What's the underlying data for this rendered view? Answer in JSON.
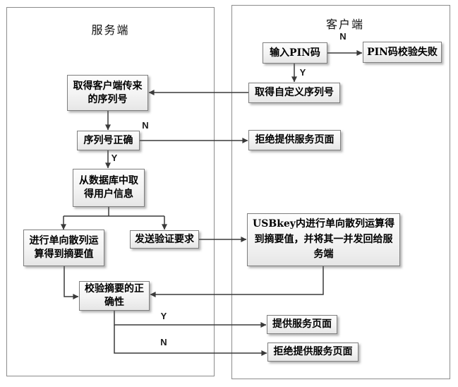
{
  "diagram": {
    "panels": {
      "server": {
        "title": "服务端"
      },
      "client": {
        "title": "客户端"
      }
    },
    "nodes": {
      "input_pin": {
        "text": "输入PIN码"
      },
      "pin_fail": {
        "text": "PIN码校验失败"
      },
      "get_custom_serial": {
        "text": "取得自定义序列号"
      },
      "deny_service_top": {
        "text": "拒绝提供服务页面"
      },
      "usbkey_hash": {
        "text": "USBkey内进行单向散列运算得到摘要值，并将其一并发回给服务端"
      },
      "provide_service": {
        "text": "提供服务页面"
      },
      "deny_service_bottom": {
        "text": "拒绝提供服务页面"
      },
      "get_client_serial": {
        "text": "取得客户端传来的序列号"
      },
      "serial_correct": {
        "text": "序列号正确"
      },
      "get_user_info": {
        "text": "从数据库中取得用户信息"
      },
      "hash_digest": {
        "text": "进行单向散列运算得到摘要值"
      },
      "send_verify_request": {
        "text": "发送验证要求"
      },
      "verify_digest": {
        "text": "校验摘要的正确性"
      }
    },
    "edge_labels": {
      "pin_n": "N",
      "pin_y": "Y",
      "serial_n": "N",
      "serial_y": "Y",
      "digest_y": "Y",
      "digest_n": "N"
    },
    "colors": {
      "box_border": "#7f7f7f",
      "box_fill_top": "#fdfdfd",
      "box_fill_bottom": "#e6e6e6",
      "connector_line": "#3a3a3a",
      "panel_border": "#8c8c8c",
      "background": "#ffffff"
    }
  }
}
